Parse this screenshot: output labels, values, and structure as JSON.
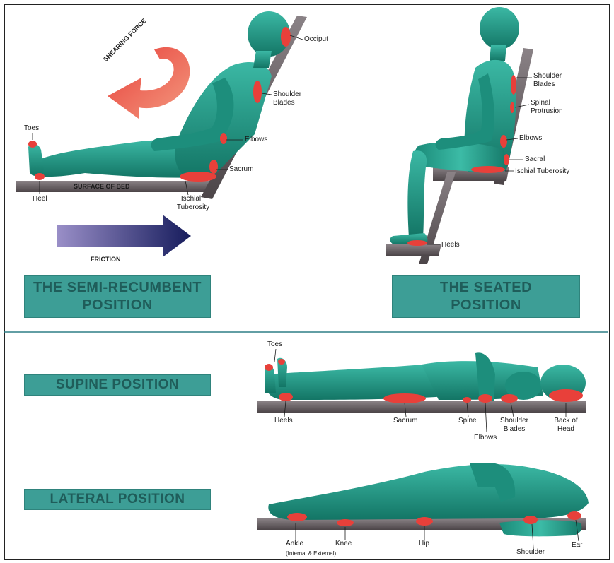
{
  "semi_recumbent": {
    "title_line1": "THE SEMI-RECUMBENT",
    "title_line2": "POSITION",
    "shearing_force": "SHEARING FORCE",
    "surface_of_bed": "SURFACE OF BED",
    "friction": "FRICTION",
    "labels": {
      "occiput": "Occiput",
      "shoulder_blades_1": "Shoulder",
      "shoulder_blades_2": "Blades",
      "elbows": "Elbows",
      "sacrum": "Sacrum",
      "ischial_1": "Ischial",
      "ischial_2": "Tuberosity",
      "toes": "Toes",
      "heel": "Heel"
    }
  },
  "seated": {
    "title_line1": "THE SEATED",
    "title_line2": "POSITION",
    "labels": {
      "shoulder_1": "Shoulder",
      "shoulder_2": "Blades",
      "spinal_1": "Spinal",
      "spinal_2": "Protrusion",
      "elbows": "Elbows",
      "sacral": "Sacral",
      "ischial": "Ischial Tuberosity",
      "heels": "Heels"
    }
  },
  "supine": {
    "title": "SUPINE POSITION",
    "labels": {
      "toes": "Toes",
      "heels": "Heels",
      "sacrum": "Sacrum",
      "spine": "Spine",
      "elbows": "Elbows",
      "shoulder_1": "Shoulder",
      "shoulder_2": "Blades",
      "back_1": "Back of",
      "back_2": "Head"
    }
  },
  "lateral": {
    "title": "LATERAL POSITION",
    "labels": {
      "ankle": "Ankle",
      "ankle_note": "(Internal & External)",
      "knee": "Knee",
      "hip": "Hip",
      "shoulder": "Shoulder",
      "ear": "Ear"
    }
  },
  "colors": {
    "body": "#1f9c8a",
    "pressure": "#e8403a",
    "title_box": "#3d9e96",
    "title_text": "#1f5d5a",
    "bed": "#6b6266",
    "divider": "#2e7f86"
  }
}
